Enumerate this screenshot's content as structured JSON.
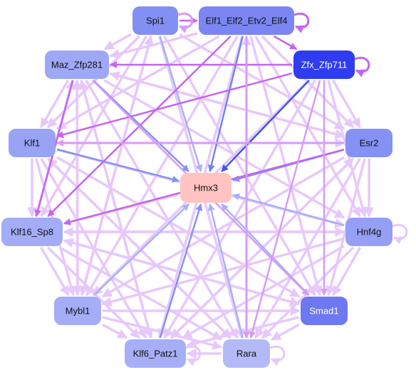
{
  "nodes": [
    {
      "id": "spi1",
      "label": "Spi1",
      "fill": "#8390f3",
      "text": "#111111"
    },
    {
      "id": "elf",
      "label": "Elf1_Elf2_Etv2_Elf4",
      "fill": "#7b86f2",
      "text": "#111111"
    },
    {
      "id": "maz",
      "label": "Maz_Zfp281",
      "fill": "#9ea8f6",
      "text": "#111111"
    },
    {
      "id": "zfx",
      "label": "Zfx_Zfp711",
      "fill": "#2f3cf0",
      "text": "#ffffff"
    },
    {
      "id": "klf1",
      "label": "Klf1",
      "fill": "#99a3f5",
      "text": "#111111"
    },
    {
      "id": "esr2",
      "label": "Esr2",
      "fill": "#8591f4",
      "text": "#111111"
    },
    {
      "id": "hmx3",
      "label": "Hmx3",
      "fill": "#ffc4c2",
      "text": "#111111"
    },
    {
      "id": "klf16",
      "label": "Klf16_Sp8",
      "fill": "#a3acf6",
      "text": "#111111"
    },
    {
      "id": "hnf4g",
      "label": "Hnf4g",
      "fill": "#959ff5",
      "text": "#111111"
    },
    {
      "id": "mybl1",
      "label": "Mybl1",
      "fill": "#a4adf6",
      "text": "#111111"
    },
    {
      "id": "smad1",
      "label": "Smad1",
      "fill": "#6d78f1",
      "text": "#ffffff"
    },
    {
      "id": "klf6",
      "label": "Klf6_Patz1",
      "fill": "#a6aff6",
      "text": "#111111"
    },
    {
      "id": "rara",
      "label": "Rara",
      "fill": "#b3baf7",
      "text": "#111111"
    }
  ],
  "edges": [
    {
      "from": "spi1",
      "to": "hmx3",
      "color": "#a7b1f7",
      "w": 2.5
    },
    {
      "from": "elf",
      "to": "hmx3",
      "color": "#6f84ee",
      "w": 2.5
    },
    {
      "from": "maz",
      "to": "hmx3",
      "color": "#8593f2",
      "w": 2.5
    },
    {
      "from": "zfx",
      "to": "hmx3",
      "color": "#3f57ec",
      "w": 2.5
    },
    {
      "from": "klf1",
      "to": "hmx3",
      "color": "#8593f2",
      "w": 2.5
    },
    {
      "from": "esr2",
      "to": "hmx3",
      "color": "#8593f2",
      "w": 2.5
    },
    {
      "from": "hnf4g",
      "to": "hmx3",
      "color": "#a7b1f7",
      "w": 2.5
    },
    {
      "from": "smad1",
      "to": "hmx3",
      "color": "#a7b1f7",
      "w": 2.5
    },
    {
      "from": "rara",
      "to": "hmx3",
      "color": "#a7b1f7",
      "w": 2.5
    },
    {
      "from": "klf6",
      "to": "hmx3",
      "color": "#8593f2",
      "w": 2.5
    },
    {
      "from": "mybl1",
      "to": "hmx3",
      "color": "#a7b1f7",
      "w": 2.5
    },
    {
      "from": "hmx3",
      "to": "klf16",
      "color": "#fac9c2",
      "w": 2.5
    },
    {
      "from": "esr2",
      "to": "klf16",
      "color": "#c564f2",
      "w": 2.5
    },
    {
      "from": "zfx",
      "to": "klf1",
      "color": "#c564f2",
      "w": 2.5
    },
    {
      "from": "zfx",
      "to": "maz",
      "color": "#c564f2",
      "w": 2.5
    },
    {
      "from": "elf",
      "to": "zfx",
      "color": "#c564f2",
      "w": 2.5
    },
    {
      "from": "elf",
      "to": "klf16",
      "color": "#c564f2",
      "w": 2.5
    },
    {
      "from": "spi1",
      "to": "elf",
      "color": "#c564f2",
      "w": 2.5
    },
    {
      "from": "maz",
      "to": "klf16",
      "color": "#c564f2",
      "w": 2.5
    },
    {
      "from": "zfx",
      "to": "rara",
      "color": "#d69cf5",
      "w": 2.5
    },
    {
      "from": "zfx",
      "to": "smad1",
      "color": "#d69cf5",
      "w": 2.5
    },
    {
      "from": "elf",
      "to": "rara",
      "color": "#d69cf5",
      "w": 2.5
    },
    {
      "from": "maz",
      "to": "smad1",
      "color": "#d69cf5",
      "w": 2.5
    },
    {
      "from": "esr2",
      "to": "klf1",
      "color": "#d69cf5",
      "w": 2.5
    },
    {
      "from": "spi1",
      "to": "maz",
      "color": "#e7c8fb",
      "w": 3.5
    },
    {
      "from": "spi1",
      "to": "klf1",
      "color": "#e7c8fb",
      "w": 3.5
    },
    {
      "from": "spi1",
      "to": "klf16",
      "color": "#e7c8fb",
      "w": 3.5
    },
    {
      "from": "spi1",
      "to": "esr2",
      "color": "#e7c8fb",
      "w": 3.5
    },
    {
      "from": "spi1",
      "to": "rara",
      "color": "#e7c8fb",
      "w": 3.5
    },
    {
      "from": "spi1",
      "to": "mybl1",
      "color": "#e7c8fb",
      "w": 3.5
    },
    {
      "from": "spi1",
      "to": "smad1",
      "color": "#e7c8fb",
      "w": 3.5
    },
    {
      "from": "elf",
      "to": "maz",
      "color": "#e7c8fb",
      "w": 3.5
    },
    {
      "from": "elf",
      "to": "klf1",
      "color": "#e7c8fb",
      "w": 3.5
    },
    {
      "from": "elf",
      "to": "esr2",
      "color": "#e7c8fb",
      "w": 3.5
    },
    {
      "from": "elf",
      "to": "hnf4g",
      "color": "#e7c8fb",
      "w": 3.5
    },
    {
      "from": "elf",
      "to": "mybl1",
      "color": "#e7c8fb",
      "w": 3.5
    },
    {
      "from": "elf",
      "to": "klf6",
      "color": "#e7c8fb",
      "w": 3.5
    },
    {
      "from": "elf",
      "to": "smad1",
      "color": "#e7c8fb",
      "w": 3.5
    },
    {
      "from": "maz",
      "to": "klf1",
      "color": "#e7c8fb",
      "w": 3.5
    },
    {
      "from": "maz",
      "to": "esr2",
      "color": "#e7c8fb",
      "w": 3.5
    },
    {
      "from": "maz",
      "to": "hnf4g",
      "color": "#e7c8fb",
      "w": 3.5
    },
    {
      "from": "maz",
      "to": "rara",
      "color": "#e7c8fb",
      "w": 3.5
    },
    {
      "from": "maz",
      "to": "mybl1",
      "color": "#e7c8fb",
      "w": 3.5
    },
    {
      "from": "maz",
      "to": "klf6",
      "color": "#e7c8fb",
      "w": 3.5
    },
    {
      "from": "zfx",
      "to": "esr2",
      "color": "#e7c8fb",
      "w": 3.5
    },
    {
      "from": "zfx",
      "to": "hnf4g",
      "color": "#e7c8fb",
      "w": 3.5
    },
    {
      "from": "zfx",
      "to": "mybl1",
      "color": "#e7c8fb",
      "w": 3.5
    },
    {
      "from": "zfx",
      "to": "klf6",
      "color": "#e7c8fb",
      "w": 3.5
    },
    {
      "from": "klf1",
      "to": "klf16",
      "color": "#e7c8fb",
      "w": 3.5
    },
    {
      "from": "klf1",
      "to": "esr2",
      "color": "#e7c8fb",
      "w": 3.5
    },
    {
      "from": "klf1",
      "to": "hnf4g",
      "color": "#e7c8fb",
      "w": 3.5
    },
    {
      "from": "klf1",
      "to": "smad1",
      "color": "#e7c8fb",
      "w": 3.5
    },
    {
      "from": "klf1",
      "to": "rara",
      "color": "#e7c8fb",
      "w": 3.5
    },
    {
      "from": "klf1",
      "to": "mybl1",
      "color": "#e7c8fb",
      "w": 3.5
    },
    {
      "from": "klf1",
      "to": "klf6",
      "color": "#e7c8fb",
      "w": 3.5
    },
    {
      "from": "esr2",
      "to": "hnf4g",
      "color": "#e7c8fb",
      "w": 3.5
    },
    {
      "from": "esr2",
      "to": "smad1",
      "color": "#e7c8fb",
      "w": 3.5
    },
    {
      "from": "esr2",
      "to": "rara",
      "color": "#e7c8fb",
      "w": 3.5
    },
    {
      "from": "esr2",
      "to": "mybl1",
      "color": "#e7c8fb",
      "w": 3.5
    },
    {
      "from": "esr2",
      "to": "klf6",
      "color": "#e7c8fb",
      "w": 3.5
    },
    {
      "from": "esr2",
      "to": "maz",
      "color": "#e7c8fb",
      "w": 3.5
    },
    {
      "from": "klf16",
      "to": "hnf4g",
      "color": "#e7c8fb",
      "w": 3.5
    },
    {
      "from": "klf16",
      "to": "smad1",
      "color": "#e7c8fb",
      "w": 3.5
    },
    {
      "from": "klf16",
      "to": "rara",
      "color": "#e7c8fb",
      "w": 3.5
    },
    {
      "from": "klf16",
      "to": "mybl1",
      "color": "#e7c8fb",
      "w": 3.5
    },
    {
      "from": "klf16",
      "to": "klf6",
      "color": "#e7c8fb",
      "w": 3.5
    },
    {
      "from": "klf16",
      "to": "maz",
      "color": "#e7c8fb",
      "w": 3.5
    },
    {
      "from": "hnf4g",
      "to": "klf16",
      "color": "#e7c8fb",
      "w": 3.5
    },
    {
      "from": "hnf4g",
      "to": "smad1",
      "color": "#e7c8fb",
      "w": 3.5
    },
    {
      "from": "hnf4g",
      "to": "rara",
      "color": "#e7c8fb",
      "w": 3.5
    },
    {
      "from": "hnf4g",
      "to": "mybl1",
      "color": "#e7c8fb",
      "w": 3.5
    },
    {
      "from": "hnf4g",
      "to": "klf6",
      "color": "#e7c8fb",
      "w": 3.5
    },
    {
      "from": "mybl1",
      "to": "rara",
      "color": "#e7c8fb",
      "w": 3.5
    },
    {
      "from": "mybl1",
      "to": "klf6",
      "color": "#e7c8fb",
      "w": 3.5
    },
    {
      "from": "mybl1",
      "to": "smad1",
      "color": "#e7c8fb",
      "w": 3.5
    },
    {
      "from": "mybl1",
      "to": "maz",
      "color": "#e7c8fb",
      "w": 3.5
    },
    {
      "from": "smad1",
      "to": "rara",
      "color": "#e7c8fb",
      "w": 3.5
    },
    {
      "from": "smad1",
      "to": "klf6",
      "color": "#e7c8fb",
      "w": 3.5
    },
    {
      "from": "smad1",
      "to": "klf16",
      "color": "#e7c8fb",
      "w": 3.5
    },
    {
      "from": "rara",
      "to": "klf6",
      "color": "#e7c8fb",
      "w": 3.5
    },
    {
      "from": "rara",
      "to": "klf1",
      "color": "#e7c8fb",
      "w": 3.5
    },
    {
      "from": "klf6",
      "to": "maz",
      "color": "#e7c8fb",
      "w": 3.5
    },
    {
      "from": "klf6",
      "to": "esr2",
      "color": "#e7c8fb",
      "w": 3.5
    },
    {
      "from": "mybl1",
      "to": "spi1",
      "color": "#e7c8fb",
      "w": 3.5
    },
    {
      "from": "rara",
      "to": "elf",
      "color": "#e7c8fb",
      "w": 3.5
    }
  ],
  "self_loops": [
    {
      "node": "elf",
      "side": "right",
      "color": "#c564f2"
    },
    {
      "node": "zfx",
      "side": "right",
      "color": "#c564f2"
    },
    {
      "node": "spi1",
      "side": "right",
      "color": "#d69cf5"
    },
    {
      "node": "hnf4g",
      "side": "right",
      "color": "#e7c8fb"
    },
    {
      "node": "rara",
      "side": "right",
      "color": "#e7c8fb"
    },
    {
      "node": "klf6",
      "side": "right",
      "color": "#e7c8fb"
    }
  ]
}
